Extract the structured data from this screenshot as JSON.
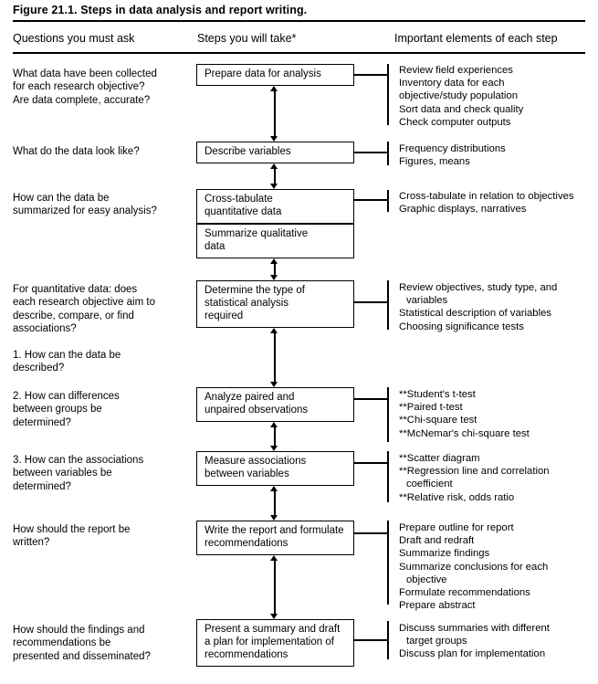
{
  "figure": {
    "title": "Figure 21.1. Steps in data analysis and report writing."
  },
  "columns": {
    "questions": "Questions you must ask",
    "steps": "Steps you will take*",
    "elements": "Important elements of each step"
  },
  "rows": [
    {
      "question": "What data have been collected\nfor each research objective?\nAre data complete, accurate?",
      "step": "Prepare data for analysis",
      "elements": "Review field experiences\nInventory data for each\nobjective/study population\nSort data and check quality\nCheck computer outputs"
    },
    {
      "question": "What do the data look like?",
      "step": "Describe variables",
      "elements": "Frequency distributions\nFigures, means"
    },
    {
      "question": "How can the data be\nsummarized for easy analysis?",
      "step": "Cross-tabulate\nquantitative data",
      "elements": "Cross-tabulate in relation to objectives\nGraphic displays, narratives"
    },
    {
      "question": "",
      "step": "Summarize qualitative\ndata",
      "elements": ""
    },
    {
      "question": "For quantitative data: does\neach research objective aim to\ndescribe, compare, or find\nassociations?",
      "step": "Determine the type of\nstatistical analysis\nrequired",
      "elements": "Review objectives, study type, and\nvariables\nStatistical description of variables\nChoosing significance tests"
    },
    {
      "question": "1. How can the data be\ndescribed?",
      "step": "",
      "elements": ""
    },
    {
      "question": "2. How can differences\nbetween groups be\ndetermined?",
      "step": "Analyze paired and\nunpaired observations",
      "elements": "**Student's t-test\n**Paired t-test\n**Chi-square test\n**McNemar's chi-square test"
    },
    {
      "question": "3. How can the associations\nbetween variables be\ndetermined?",
      "step": "Measure associations\nbetween variables",
      "elements": "**Scatter diagram\n**Regression line and correlation\ncoefficient\n**Relative risk, odds ratio"
    },
    {
      "question": "How should the report be\nwritten?",
      "step": "Write the report and formulate\nrecommendations",
      "elements": "Prepare outline for report\nDraft and redraft\nSummarize findings\nSummarize conclusions for each\nobjective\nFormulate recommendations\nPrepare abstract"
    },
    {
      "question": "How should the findings and\nrecommendations be\npresented and disseminated?",
      "step": "Present a summary and draft\na plan for implementation of\nrecommendations",
      "elements": "Discuss summaries with different\ntarget groups\nDiscuss plan for implementation"
    }
  ],
  "colors": {
    "ink": "#000000",
    "paper": "#ffffff"
  }
}
